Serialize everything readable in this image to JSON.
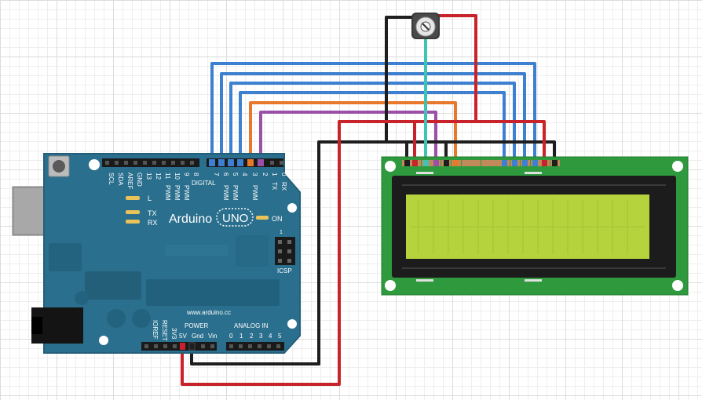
{
  "board": {
    "brand": "Arduino",
    "model": "UNO",
    "website": "www.arduino.cc",
    "header_labels": {
      "scl": "SCL",
      "sda": "SDA",
      "aref": "AREF",
      "gnd": "GND",
      "p13": "13",
      "p12": "12",
      "p11": "11",
      "p10": "10",
      "p9": "9",
      "p8": "8",
      "p7": "7",
      "p6": "6",
      "p5": "5",
      "p4": "4",
      "p3": "3",
      "p2": "2",
      "p1": "1",
      "p0": "0",
      "tx": "TX",
      "rx": "RX",
      "pwm": "PWM",
      "digital": "DIGITAL"
    },
    "leds": {
      "l": "L",
      "tx": "TX",
      "rx": "RX",
      "on": "ON"
    },
    "icsp": "ICSP",
    "icsp_pin": "1",
    "power_section": {
      "title": "POWER",
      "ioref": "IOREF",
      "reset": "RESET",
      "v33": "3V3",
      "v5": "5V",
      "gnd": "Gnd",
      "vin": "Vin"
    },
    "analog_section": {
      "title": "ANALOG IN",
      "pins": [
        "0",
        "1",
        "2",
        "3",
        "4",
        "5"
      ]
    }
  },
  "colors": {
    "board": "#2a6f8d",
    "lcd_pcb": "#2e9a3d",
    "lcd_screen": "#b5d33d",
    "wire_blue": "#3d7fd0",
    "wire_red": "#c8232a",
    "wire_black": "#1e1e1e",
    "wire_orange": "#e8782a",
    "wire_purple": "#9c4fa8",
    "wire_teal": "#3fc3b5"
  }
}
